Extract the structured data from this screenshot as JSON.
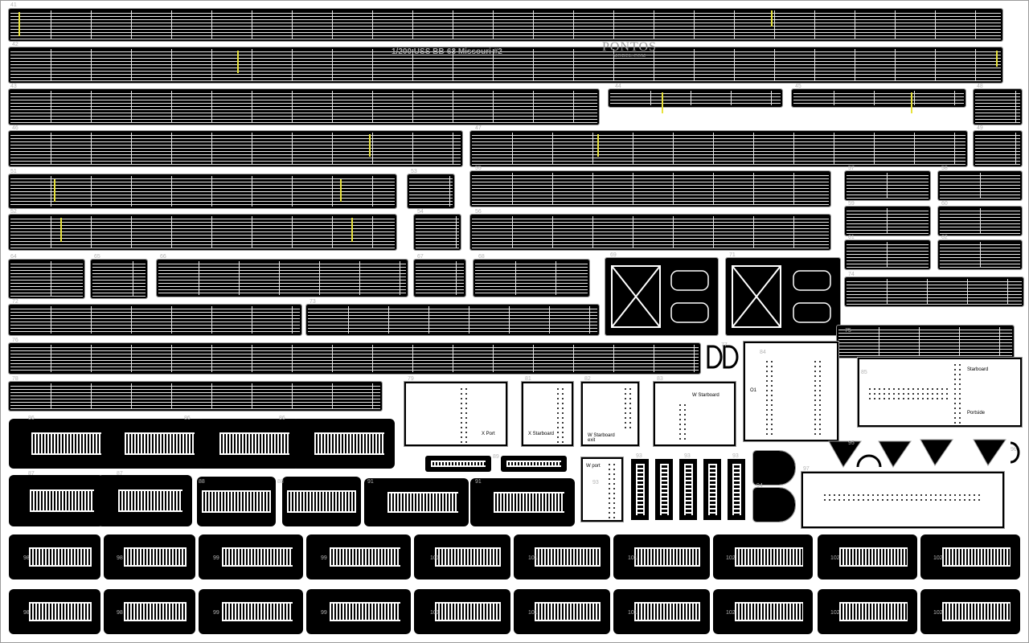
{
  "sheet": {
    "title": "1/200 USS BB-63 Missouri #2",
    "brand": "PONTOS",
    "brand_sub": "MODEL.COM"
  },
  "colors": {
    "metal": "#000000",
    "background": "#ffffff",
    "marker": "#e8e23c",
    "number": "#b5b5b5"
  },
  "numbers": {
    "p41": "41",
    "p42": "42",
    "p43": "43",
    "p44": "44",
    "p45": "45",
    "p46": "46",
    "p47": "47",
    "p48": "48",
    "p49": "49",
    "p51": "51",
    "p52": "52",
    "p53": "53",
    "p54": "54",
    "p55": "55",
    "p56": "56",
    "p57": "57",
    "p58": "58",
    "p59": "59",
    "p60": "60",
    "p61": "61",
    "p62": "62",
    "p63": "63",
    "p64": "64",
    "p65": "65",
    "p66": "66",
    "p67": "67",
    "p68": "68",
    "p69": "69",
    "p71": "71",
    "p72": "72",
    "p73": "73",
    "p74": "74",
    "p75": "75",
    "p76": "76",
    "p77": "77",
    "p78": "78",
    "p79": "79",
    "p81": "81",
    "p82": "82",
    "p83": "83",
    "p84": "84",
    "p85": "85",
    "p86": "86",
    "p87": "87",
    "p88": "88",
    "p89": "89",
    "p91": "91",
    "p93": "93",
    "p94": "94",
    "p95": "95",
    "p96": "96",
    "p97": "97",
    "p98": "98",
    "p99": "99",
    "p101": "101",
    "p102": "102"
  },
  "plate_labels": {
    "x_port": "X Port",
    "x_starboard": "X Starboard",
    "w_starboard_exit": "W Starboard exit",
    "w_starboard": "W Starboard",
    "w_port": "W port",
    "o1": "O1",
    "o1_rot": "O1",
    "starboard": "Starboard",
    "portside": "Portside"
  }
}
